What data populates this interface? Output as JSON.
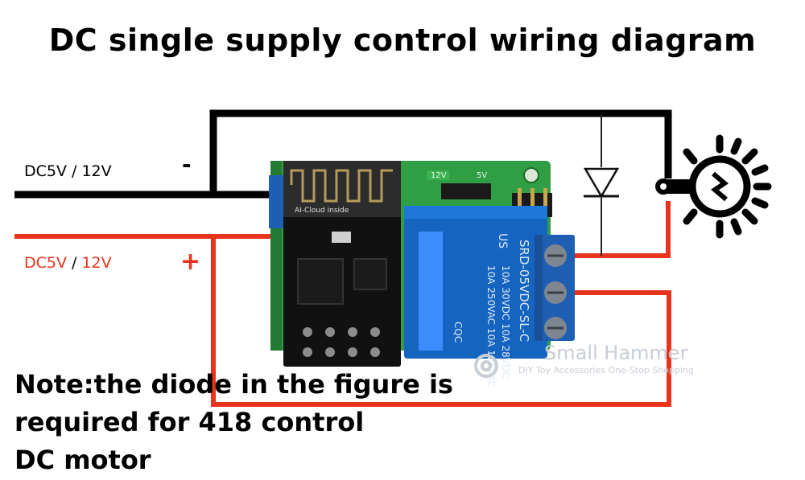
{
  "title": "DC single supply control wiring diagram",
  "supply": {
    "neg_voltage_label": "DC5V / 12V",
    "neg_sign": "-",
    "pos_voltage_prefix": "DC5V",
    "pos_separator": " / ",
    "pos_voltage_suffix": "12V",
    "pos_sign": "+"
  },
  "board": {
    "module_label": "AI-Cloud inside",
    "silk_12v": "12V",
    "silk_5v": "5V"
  },
  "relay": {
    "brand": "CQC",
    "ul_mark": "US",
    "model": "SRD-05VDC-SL-C",
    "rating_line1": "10A 250VAC  10A 125VAC",
    "rating_line2": "10A  30VDC  10A  28VDC"
  },
  "watermark": {
    "brand": "Small Hammer",
    "tagline": "DIY Toy Accessories One-Stop Shopping"
  },
  "note": {
    "line1": "Note:the diode in the figure is",
    "line2": "required for 418 control",
    "line3": "DC motor"
  },
  "colors": {
    "neg_wire": "#000000",
    "pos_wire": "#e8341c",
    "relay_body": "#1565c0",
    "pcb_green": "#2f9e44",
    "module_black": "#111111",
    "terminal_blue": "#1e5fb4"
  },
  "icons": {
    "lamp": "light-bulb-icon",
    "diode": "diode-icon"
  }
}
